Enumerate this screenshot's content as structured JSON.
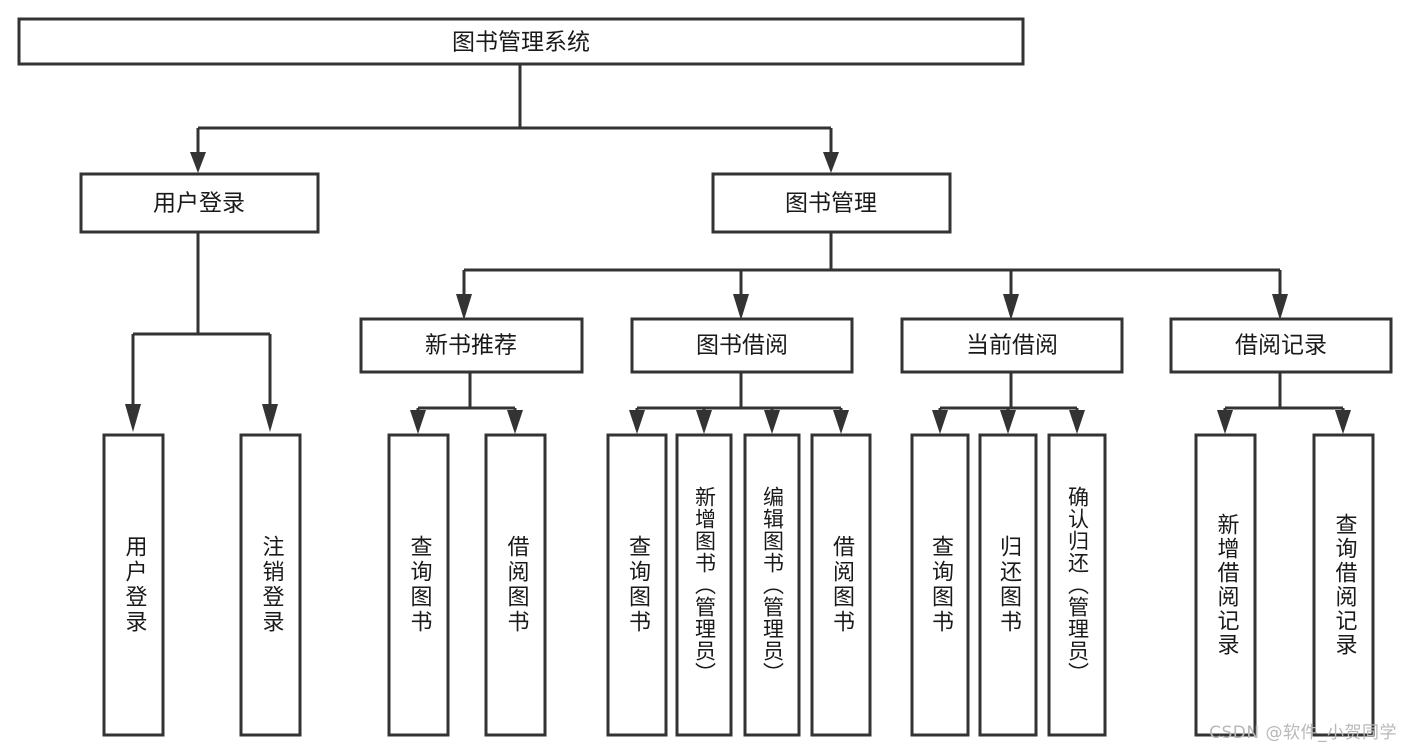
{
  "diagram": {
    "title": "图书管理系统",
    "type": "tree",
    "orientation": "top-down",
    "colors": {
      "stroke": "#333333",
      "fill": "#ffffff",
      "text": "#1a1a1a",
      "watermark": "#b8b8b8"
    },
    "root": {
      "label": "图书管理系统"
    },
    "level2": [
      {
        "label": "用户登录"
      },
      {
        "label": "图书管理"
      }
    ],
    "level3": [
      {
        "label": "新书推荐"
      },
      {
        "label": "图书借阅"
      },
      {
        "label": "当前借阅"
      },
      {
        "label": "借阅记录"
      }
    ],
    "leaves": {
      "user_login": [
        {
          "label": "用户登录"
        },
        {
          "label": "注销登录"
        }
      ],
      "new_book_recommend": [
        {
          "label": "查询图书"
        },
        {
          "label": "借阅图书"
        }
      ],
      "book_borrow": [
        {
          "label": "查询图书"
        },
        {
          "label": "新增图书（管理员）"
        },
        {
          "label": "编辑图书（管理员）"
        },
        {
          "label": "借阅图书"
        }
      ],
      "current_borrow": [
        {
          "label": "查询图书"
        },
        {
          "label": "归还图书"
        },
        {
          "label": "确认归还（管理员）"
        }
      ],
      "borrow_record": [
        {
          "label": "新增借阅记录"
        },
        {
          "label": "查询借阅记录"
        }
      ]
    }
  },
  "watermark": {
    "text": "CSDN @软件_小贺同学"
  }
}
